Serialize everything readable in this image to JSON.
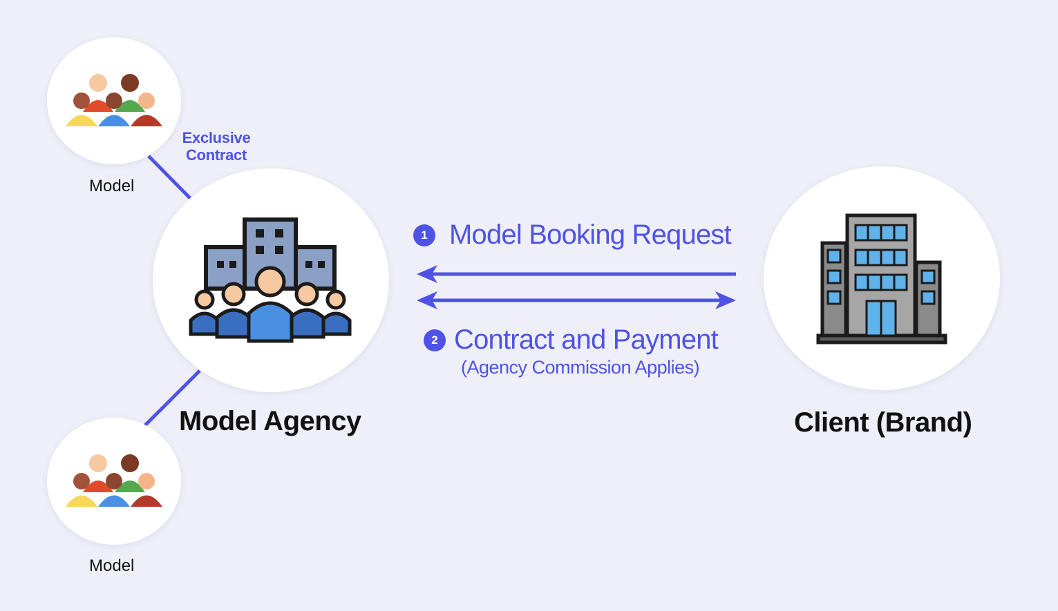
{
  "colors": {
    "background": "#efeff9",
    "accent": "#4f52e6",
    "node_fill": "#ffffff",
    "text": "#111111"
  },
  "nodes": {
    "model_top": {
      "label": "Model",
      "icon": "people-group-icon"
    },
    "model_bottom": {
      "label": "Model",
      "icon": "people-group-icon"
    },
    "agency": {
      "label": "Model Agency",
      "icon": "agency-people-building-icon"
    },
    "client": {
      "label": "Client (Brand)",
      "icon": "office-building-icon"
    }
  },
  "edges": {
    "exclusive_contract": {
      "label_line1": "Exclusive",
      "label_line2": "Contract"
    },
    "booking_request": {
      "step": "1",
      "label": "Model Booking Request",
      "direction": "client-to-agency"
    },
    "contract_payment": {
      "step": "2",
      "label": "Contract and Payment",
      "sublabel": "(Agency Commission Applies)",
      "direction": "bidirectional"
    }
  }
}
